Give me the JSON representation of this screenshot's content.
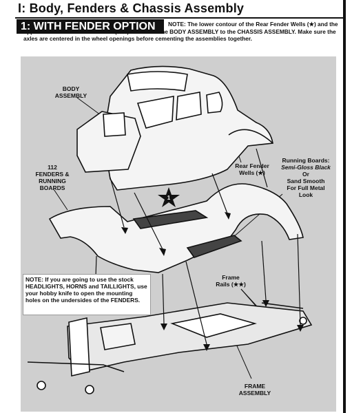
{
  "header": {
    "title": "I: Body, Fenders & Chassis Assembly"
  },
  "step": {
    "banner": "1: WITH FENDER OPTION",
    "note": "NOTE: The lower contour of the Rear Fender Wells (★) and the upper contour of the Frame Rails (★★) will locate the BODY ASSEMBLY to the CHASSIS ASSEMBLY. Make sure the axles are centered in the wheel openings before cementing the assemblies together."
  },
  "labels": {
    "body_assembly": [
      "BODY",
      "ASSEMBLY"
    ],
    "fenders": [
      "112",
      "FENDERS &",
      "RUNNING",
      "BOARDS"
    ],
    "rear_fender_wells": [
      "Rear Fender",
      "Wells (★)"
    ],
    "running_boards": {
      "title": "Running Boards:",
      "finish": "Semi-Gloss Black",
      "or": "Or",
      "alt": [
        "Sand Smooth",
        "For Full Metal",
        "Look"
      ]
    },
    "frame_rails": [
      "Frame",
      "Rails (★★)"
    ],
    "frame_assembly": [
      "FRAME",
      "ASSEMBLY"
    ],
    "callout_number": "1"
  },
  "note_box": {
    "text": "NOTE: If you are going to use the stock HEADLIGHTS, HORNS and TAILLIGHTS, use your hobby knife to open the mounting holes on the undersides of the FENDERS."
  }
}
